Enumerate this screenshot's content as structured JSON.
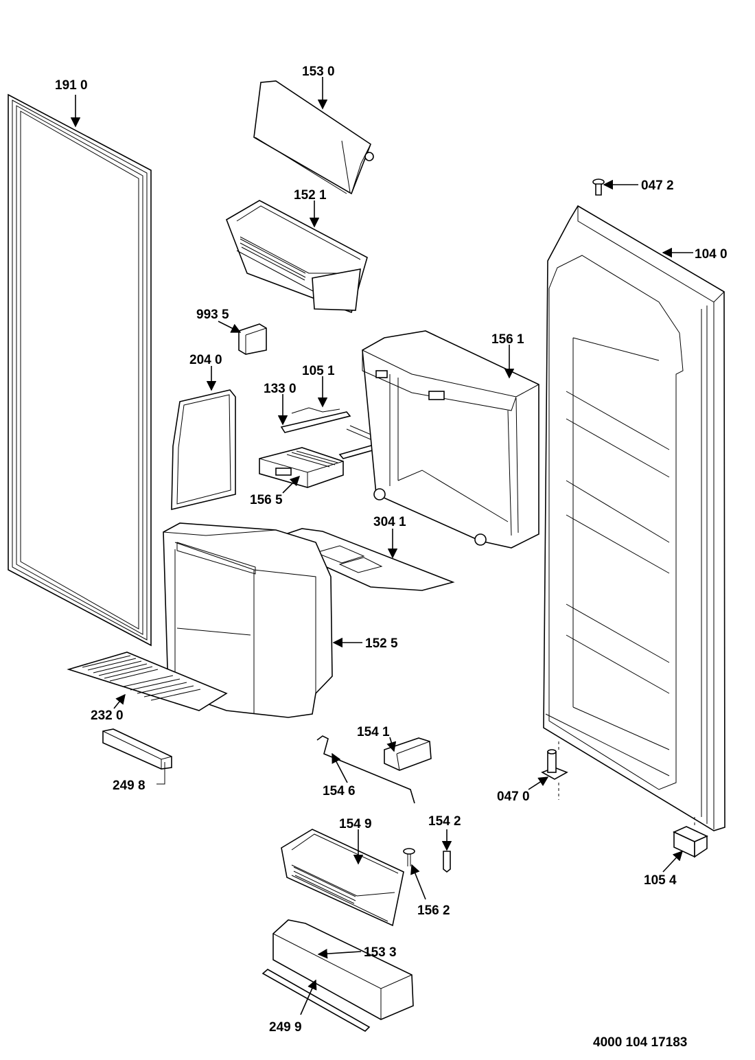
{
  "diagram": {
    "drawing_number": "4000 104 17183",
    "parts": [
      {
        "id": "1910",
        "label": "191 0",
        "name": "door-gasket"
      },
      {
        "id": "1530",
        "label": "153 0",
        "name": "dairy-compartment-lid"
      },
      {
        "id": "1521",
        "label": "152 1",
        "name": "upper-door-shelf"
      },
      {
        "id": "9935",
        "label": "993 5",
        "name": "small-block"
      },
      {
        "id": "2040",
        "label": "204 0",
        "name": "dispenser-panel"
      },
      {
        "id": "1051",
        "label": "105 1",
        "name": "dispenser-rail"
      },
      {
        "id": "1330",
        "label": "133 0",
        "name": "dispenser-lever"
      },
      {
        "id": "1565",
        "label": "156 5",
        "name": "drip-tray"
      },
      {
        "id": "1561",
        "label": "156 1",
        "name": "dispenser-housing"
      },
      {
        "id": "3041",
        "label": "304 1",
        "name": "housing-base-plate"
      },
      {
        "id": "1525",
        "label": "152 5",
        "name": "bottle-container"
      },
      {
        "id": "2320",
        "label": "232 0",
        "name": "grille"
      },
      {
        "id": "2498",
        "label": "249 8",
        "name": "trim-strip"
      },
      {
        "id": "1541",
        "label": "154 1",
        "name": "handle-block"
      },
      {
        "id": "1546",
        "label": "154 6",
        "name": "wire-rod"
      },
      {
        "id": "1549",
        "label": "154 9",
        "name": "lower-door-shelf"
      },
      {
        "id": "1542",
        "label": "154 2",
        "name": "pin"
      },
      {
        "id": "1562",
        "label": "156 2",
        "name": "screw"
      },
      {
        "id": "1533",
        "label": "153 3",
        "name": "bottle-shelf"
      },
      {
        "id": "2499",
        "label": "249 9",
        "name": "shelf-trim"
      },
      {
        "id": "0472",
        "label": "047 2",
        "name": "top-hinge-pin"
      },
      {
        "id": "1040",
        "label": "104 0",
        "name": "door-panel"
      },
      {
        "id": "0470",
        "label": "047 0",
        "name": "bottom-hinge-pin"
      },
      {
        "id": "1054",
        "label": "105 4",
        "name": "hinge-bracket"
      }
    ]
  }
}
